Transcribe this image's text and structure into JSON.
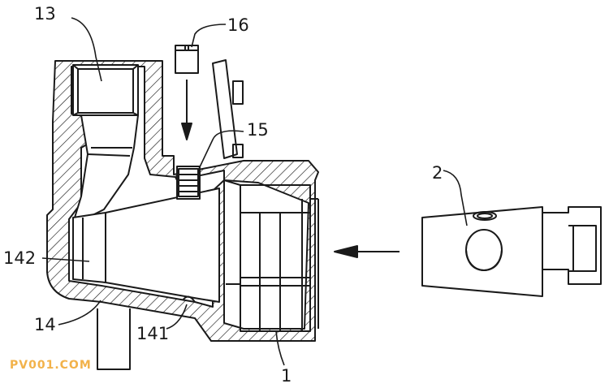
{
  "labels": {
    "l13": "13",
    "l16": "16",
    "l15": "15",
    "l2": "2",
    "l142": "142",
    "l14": "14",
    "l141": "141",
    "l1": "1"
  },
  "watermark": "PV001.COM",
  "colors": {
    "line": "#1a1a1a",
    "watermark": "#f2b24a"
  }
}
